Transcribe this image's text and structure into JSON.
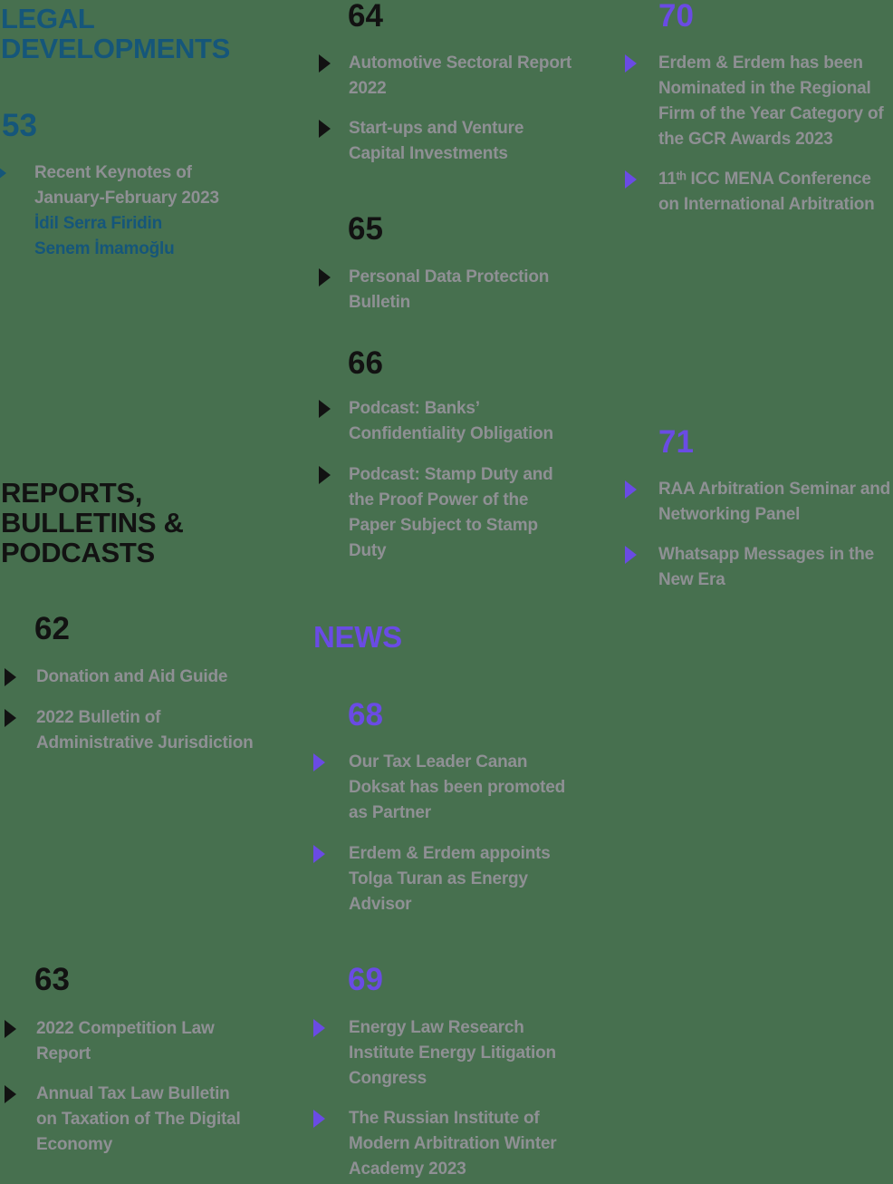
{
  "page_background": "#47704F",
  "colors": {
    "section_blue": "#15567A",
    "section_black": "#121212",
    "section_purple": "#6A4BE4",
    "item_gray": "#8F9094"
  },
  "legal": {
    "heading": "LEGAL\nDEVELOPMENTS",
    "n53": {
      "number": "53",
      "item1": {
        "text": "Recent Keynotes of\nJanuary-February 2023",
        "authors": "İdil Serra Firidin\nSenem İmamoğlu"
      }
    }
  },
  "reports": {
    "heading": "REPORTS,\nBULLETINS &\nPODCASTS",
    "n62": {
      "number": "62",
      "item1": "Donation and Aid Guide",
      "item2": "2022 Bulletin of\nAdministrative Jurisdiction"
    },
    "n63": {
      "number": "63",
      "item1": "2022 Competition Law\nReport",
      "item2": "Annual Tax Law Bulletin\non Taxation of The Digital\nEconomy"
    },
    "n64": {
      "number": "64",
      "item1": "Automotive Sectoral Report\n2022",
      "item2": "Start-ups and Venture\nCapital Investments"
    },
    "n65": {
      "number": "65",
      "item1": "Personal Data Protection\nBulletin"
    },
    "n66": {
      "number": "66",
      "item1": "Podcast: Banks’\nConfidentiality Obligation",
      "item2": "Podcast: Stamp Duty and\nthe Proof Power of the\nPaper Subject to Stamp\nDuty"
    }
  },
  "news": {
    "heading": "NEWS",
    "n68": {
      "number": "68",
      "item1": "Our Tax Leader Canan\nDoksat has been promoted\nas Partner",
      "item2": "Erdem & Erdem appoints\nTolga Turan as Energy\nAdvisor"
    },
    "n69": {
      "number": "69",
      "item1": "Energy Law Research\nInstitute Energy Litigation\nCongress",
      "item2": "The Russian Institute of\nModern Arbitration Winter\nAcademy 2023"
    },
    "n70": {
      "number": "70",
      "item1": "Erdem & Erdem has been\nNominated in the Regional\nFirm of the Year Category of\nthe GCR Awards 2023",
      "item2": "11ᵗʰ ICC MENA Conference\non International Arbitration"
    },
    "n71": {
      "number": "71",
      "item1": "RAA Arbitration Seminar and\nNetworking Panel",
      "item2": "Whatsapp Messages in the\nNew Era"
    }
  }
}
